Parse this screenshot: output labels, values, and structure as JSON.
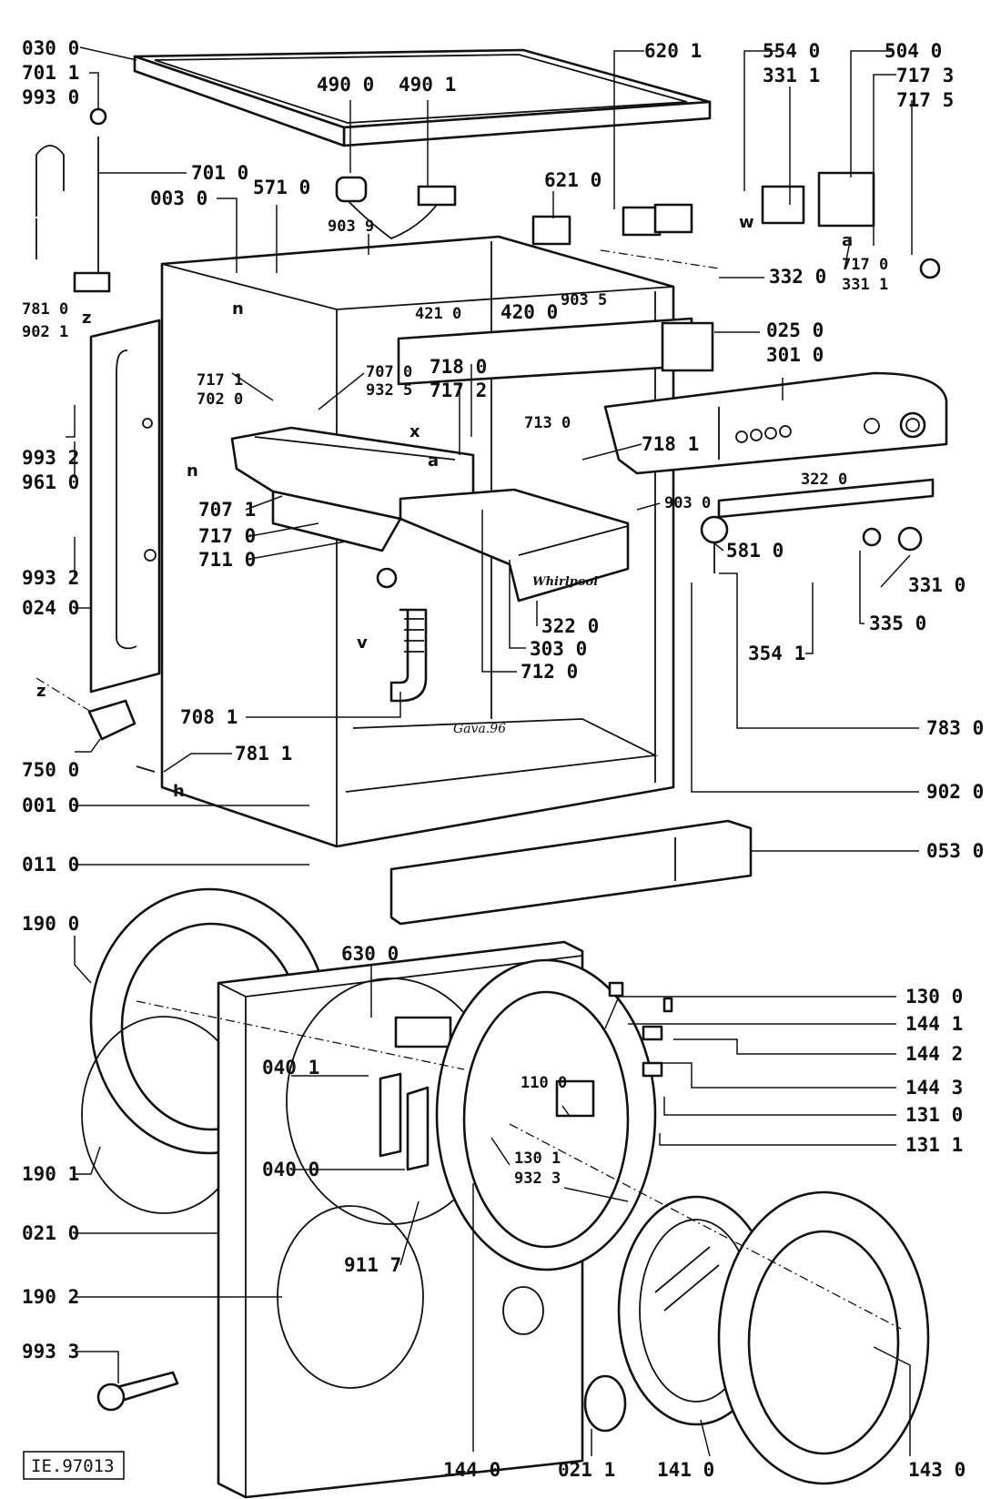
{
  "diagram_code": "IE.97013",
  "brand_text": "Whirlpool",
  "signature_text": "Gava.96",
  "callout_letters": [
    "n",
    "n",
    "z",
    "z",
    "v",
    "x",
    "a",
    "a",
    "h",
    "w"
  ],
  "labels": [
    {
      "id": "l0300",
      "text": "030 0"
    },
    {
      "id": "l7011",
      "text": "701 1"
    },
    {
      "id": "l9930",
      "text": "993 0"
    },
    {
      "id": "l4900",
      "text": "490 0"
    },
    {
      "id": "l4901",
      "text": "490 1"
    },
    {
      "id": "l6201",
      "text": "620 1"
    },
    {
      "id": "l5540",
      "text": "554 0"
    },
    {
      "id": "l3311a",
      "text": "331 1"
    },
    {
      "id": "l5040",
      "text": "504 0"
    },
    {
      "id": "l7173",
      "text": "717 3"
    },
    {
      "id": "l7175",
      "text": "717 5"
    },
    {
      "id": "l7010",
      "text": "701 0"
    },
    {
      "id": "l0030",
      "text": "003 0"
    },
    {
      "id": "l5710",
      "text": "571 0"
    },
    {
      "id": "l6210",
      "text": "621 0"
    },
    {
      "id": "l9039",
      "text": "903 9"
    },
    {
      "id": "l7170a",
      "text": "717 0"
    },
    {
      "id": "l3311b",
      "text": "331 1"
    },
    {
      "id": "l3320",
      "text": "332 0"
    },
    {
      "id": "l7810",
      "text": "781 0"
    },
    {
      "id": "l9021",
      "text": "902 1"
    },
    {
      "id": "l4210",
      "text": "421 0"
    },
    {
      "id": "l4200",
      "text": "420 0"
    },
    {
      "id": "l9035",
      "text": "903 5"
    },
    {
      "id": "l0250",
      "text": "025 0"
    },
    {
      "id": "l3010",
      "text": "301 0"
    },
    {
      "id": "l7171",
      "text": "717 1"
    },
    {
      "id": "l7020",
      "text": "702 0"
    },
    {
      "id": "l7070",
      "text": "707 0"
    },
    {
      "id": "l9325",
      "text": "932 5"
    },
    {
      "id": "l7180",
      "text": "718 0"
    },
    {
      "id": "l7172",
      "text": "717 2"
    },
    {
      "id": "l9932a",
      "text": "993 2"
    },
    {
      "id": "l9610",
      "text": "961 0"
    },
    {
      "id": "l7130",
      "text": "713 0"
    },
    {
      "id": "l7181",
      "text": "718 1"
    },
    {
      "id": "l3220a",
      "text": "322 0"
    },
    {
      "id": "l7071",
      "text": "707 1"
    },
    {
      "id": "l7170b",
      "text": "717 0"
    },
    {
      "id": "l7110",
      "text": "711 0"
    },
    {
      "id": "l9030",
      "text": "903 0"
    },
    {
      "id": "l5810",
      "text": "581 0"
    },
    {
      "id": "l9932b",
      "text": "993 2"
    },
    {
      "id": "l0240",
      "text": "024 0"
    },
    {
      "id": "l3310",
      "text": "331 0"
    },
    {
      "id": "l3220b",
      "text": "322 0"
    },
    {
      "id": "l3030",
      "text": "303 0"
    },
    {
      "id": "l7120",
      "text": "712 0"
    },
    {
      "id": "l3350",
      "text": "335 0"
    },
    {
      "id": "l3541",
      "text": "354 1"
    },
    {
      "id": "l7081",
      "text": "708 1"
    },
    {
      "id": "l7500",
      "text": "750 0"
    },
    {
      "id": "l7811",
      "text": "781 1"
    },
    {
      "id": "l7830",
      "text": "783 0"
    },
    {
      "id": "l9020",
      "text": "902 0"
    },
    {
      "id": "l0010",
      "text": "001 0"
    },
    {
      "id": "l0530",
      "text": "053 0"
    },
    {
      "id": "l0110",
      "text": "011 0"
    },
    {
      "id": "l1900",
      "text": "190 0"
    },
    {
      "id": "l6300",
      "text": "630 0"
    },
    {
      "id": "l1300",
      "text": "130 0"
    },
    {
      "id": "l1441",
      "text": "144 1"
    },
    {
      "id": "l1442",
      "text": "144 2"
    },
    {
      "id": "l0401",
      "text": "040 1"
    },
    {
      "id": "l1100",
      "text": "110 0"
    },
    {
      "id": "l1443",
      "text": "144 3"
    },
    {
      "id": "l1310",
      "text": "131 0"
    },
    {
      "id": "l1301",
      "text": "130 1"
    },
    {
      "id": "l9323",
      "text": "932 3"
    },
    {
      "id": "l1311",
      "text": "131 1"
    },
    {
      "id": "l1901",
      "text": "190 1"
    },
    {
      "id": "l0400",
      "text": "040 0"
    },
    {
      "id": "l0210",
      "text": "021 0"
    },
    {
      "id": "l9117",
      "text": "911 7"
    },
    {
      "id": "l1902",
      "text": "190 2"
    },
    {
      "id": "l9933",
      "text": "993 3"
    },
    {
      "id": "l1440",
      "text": "144 0"
    },
    {
      "id": "l0211",
      "text": "021 1"
    },
    {
      "id": "l1410",
      "text": "141 0"
    },
    {
      "id": "l1430",
      "text": "143 0"
    }
  ]
}
